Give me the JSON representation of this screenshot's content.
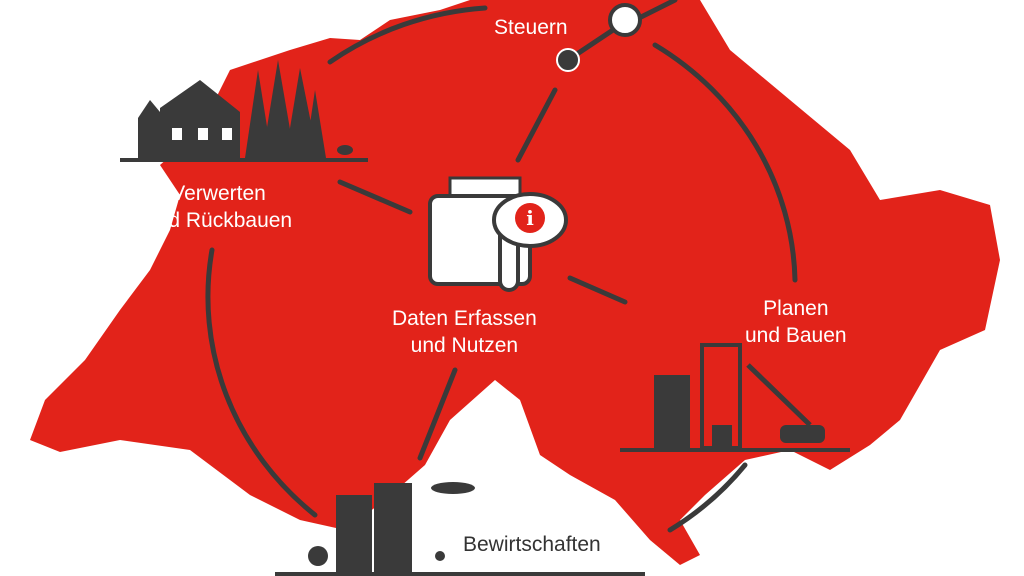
{
  "colors": {
    "map": "#e2231a",
    "line": "#3a3a3a",
    "icon": "#3a3a3a"
  },
  "labels": {
    "steuern": "Steuern",
    "verwerten": [
      "Verwerten",
      "und Rückbauen"
    ],
    "daten": [
      "Daten Erfassen",
      "und Nutzen"
    ],
    "planen": [
      "Planen",
      "und Bauen"
    ],
    "bewirtschaften": "Bewirtschaften"
  },
  "icons": [
    "house-trees-icon",
    "document-info-icon",
    "construction-crane-icon",
    "city-buildings-icon"
  ]
}
